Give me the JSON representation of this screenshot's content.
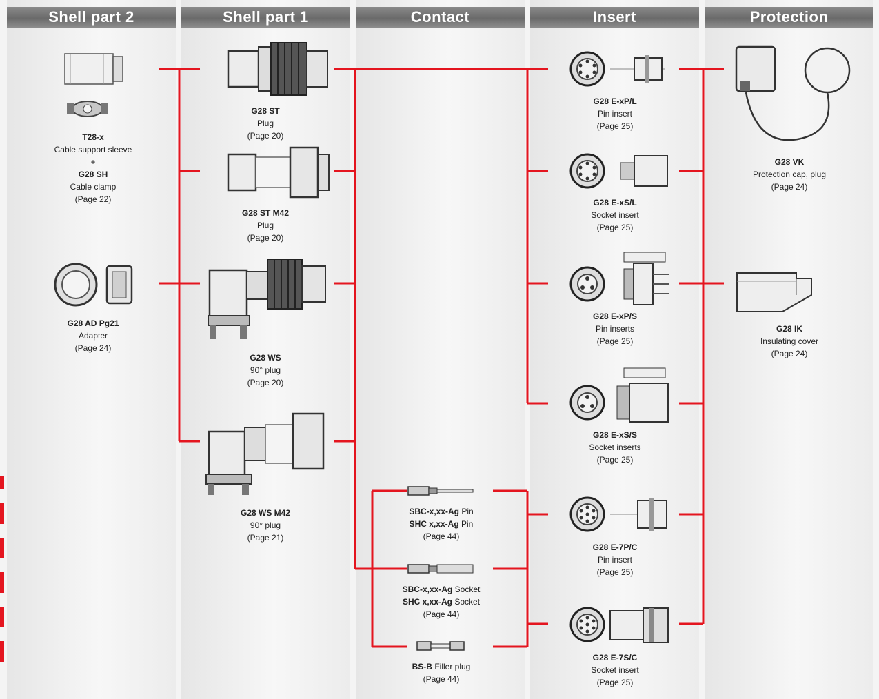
{
  "columns": [
    {
      "title": "Shell part 2"
    },
    {
      "title": "Shell part 1"
    },
    {
      "title": "Contact"
    },
    {
      "title": "Insert"
    },
    {
      "title": "Protection"
    }
  ],
  "accent_color": "#e4151f",
  "parts": {
    "t28": {
      "code": "T28-x",
      "desc": "Cable support sleeve",
      "plus": "+",
      "code2": "G28 SH",
      "desc2": "Cable clamp",
      "page": "(Page 22)"
    },
    "g28ad": {
      "code": "G28 AD Pg21",
      "desc": "Adapter",
      "page": "(Page 24)"
    },
    "g28st": {
      "code": "G28 ST",
      "desc": "Plug",
      "page": "(Page 20)"
    },
    "g28stm42": {
      "code": "G28 ST M42",
      "desc": "Plug",
      "page": "(Page 20)"
    },
    "g28ws": {
      "code": "G28 WS",
      "desc": "90° plug",
      "page": "(Page 20)"
    },
    "g28wsm42": {
      "code": "G28 WS M42",
      "desc": "90° plug",
      "page": "(Page 21)"
    },
    "sbcpin": {
      "code": "SBC-x,xx-Ag",
      "desc": "Pin",
      "code2": "SHC x,xx-Ag",
      "desc2": "Pin",
      "page": "(Page 44)"
    },
    "sbcsocket": {
      "code": "SBC-x,xx-Ag",
      "desc": "Socket",
      "code2": "SHC x,xx-Ag",
      "desc2": "Socket",
      "page": "(Page 44)"
    },
    "bsb": {
      "code": "BS-B",
      "desc": "Filler plug",
      "page": "(Page 44)"
    },
    "expl": {
      "code": "G28 E-xP/L",
      "desc": "Pin insert",
      "page": "(Page 25)"
    },
    "exsl": {
      "code": "G28 E-xS/L",
      "desc": "Socket insert",
      "page": "(Page 25)"
    },
    "exps": {
      "code": "G28 E-xP/S",
      "desc": "Pin inserts",
      "page": "(Page 25)"
    },
    "exss": {
      "code": "G28 E-xS/S",
      "desc": "Socket inserts",
      "page": "(Page 25)"
    },
    "e7pc": {
      "code": "G28 E-7P/C",
      "desc": "Pin insert",
      "page": "(Page 25)"
    },
    "e7sc": {
      "code": "G28 E-7S/C",
      "desc": "Socket insert",
      "page": "(Page 25)"
    },
    "vk": {
      "code": "G28 VK",
      "desc": "Protection cap, plug",
      "page": "(Page 24)"
    },
    "ik": {
      "code": "G28 IK",
      "desc": "Insulating cover",
      "page": "(Page 24)"
    }
  }
}
